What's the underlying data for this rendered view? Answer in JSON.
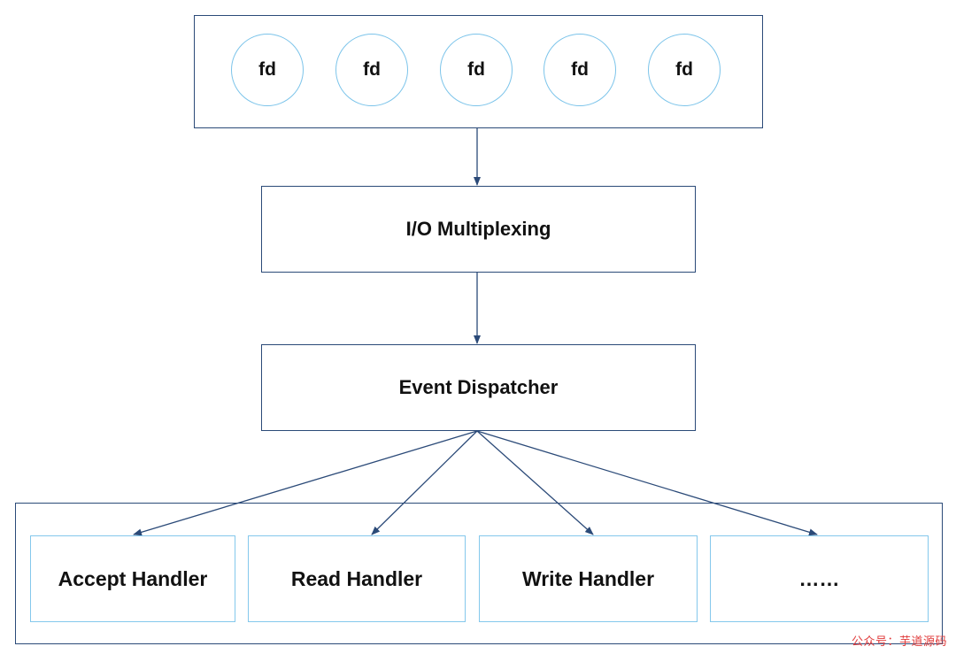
{
  "fd_group": {
    "items": [
      "fd",
      "fd",
      "fd",
      "fd",
      "fd"
    ]
  },
  "nodes": {
    "io_multiplexing": "I/O Multiplexing",
    "event_dispatcher": "Event Dispatcher"
  },
  "handlers": {
    "accept": "Accept Handler",
    "read": "Read Handler",
    "write": "Write Handler",
    "more": "……"
  },
  "watermark": "公众号：芋道源码",
  "colors": {
    "border_dark": "#2b4a78",
    "border_light": "#84c8ec",
    "circle_border": "#7cc4ea",
    "arrow": "#2b4a78",
    "watermark": "#e03a3a"
  }
}
